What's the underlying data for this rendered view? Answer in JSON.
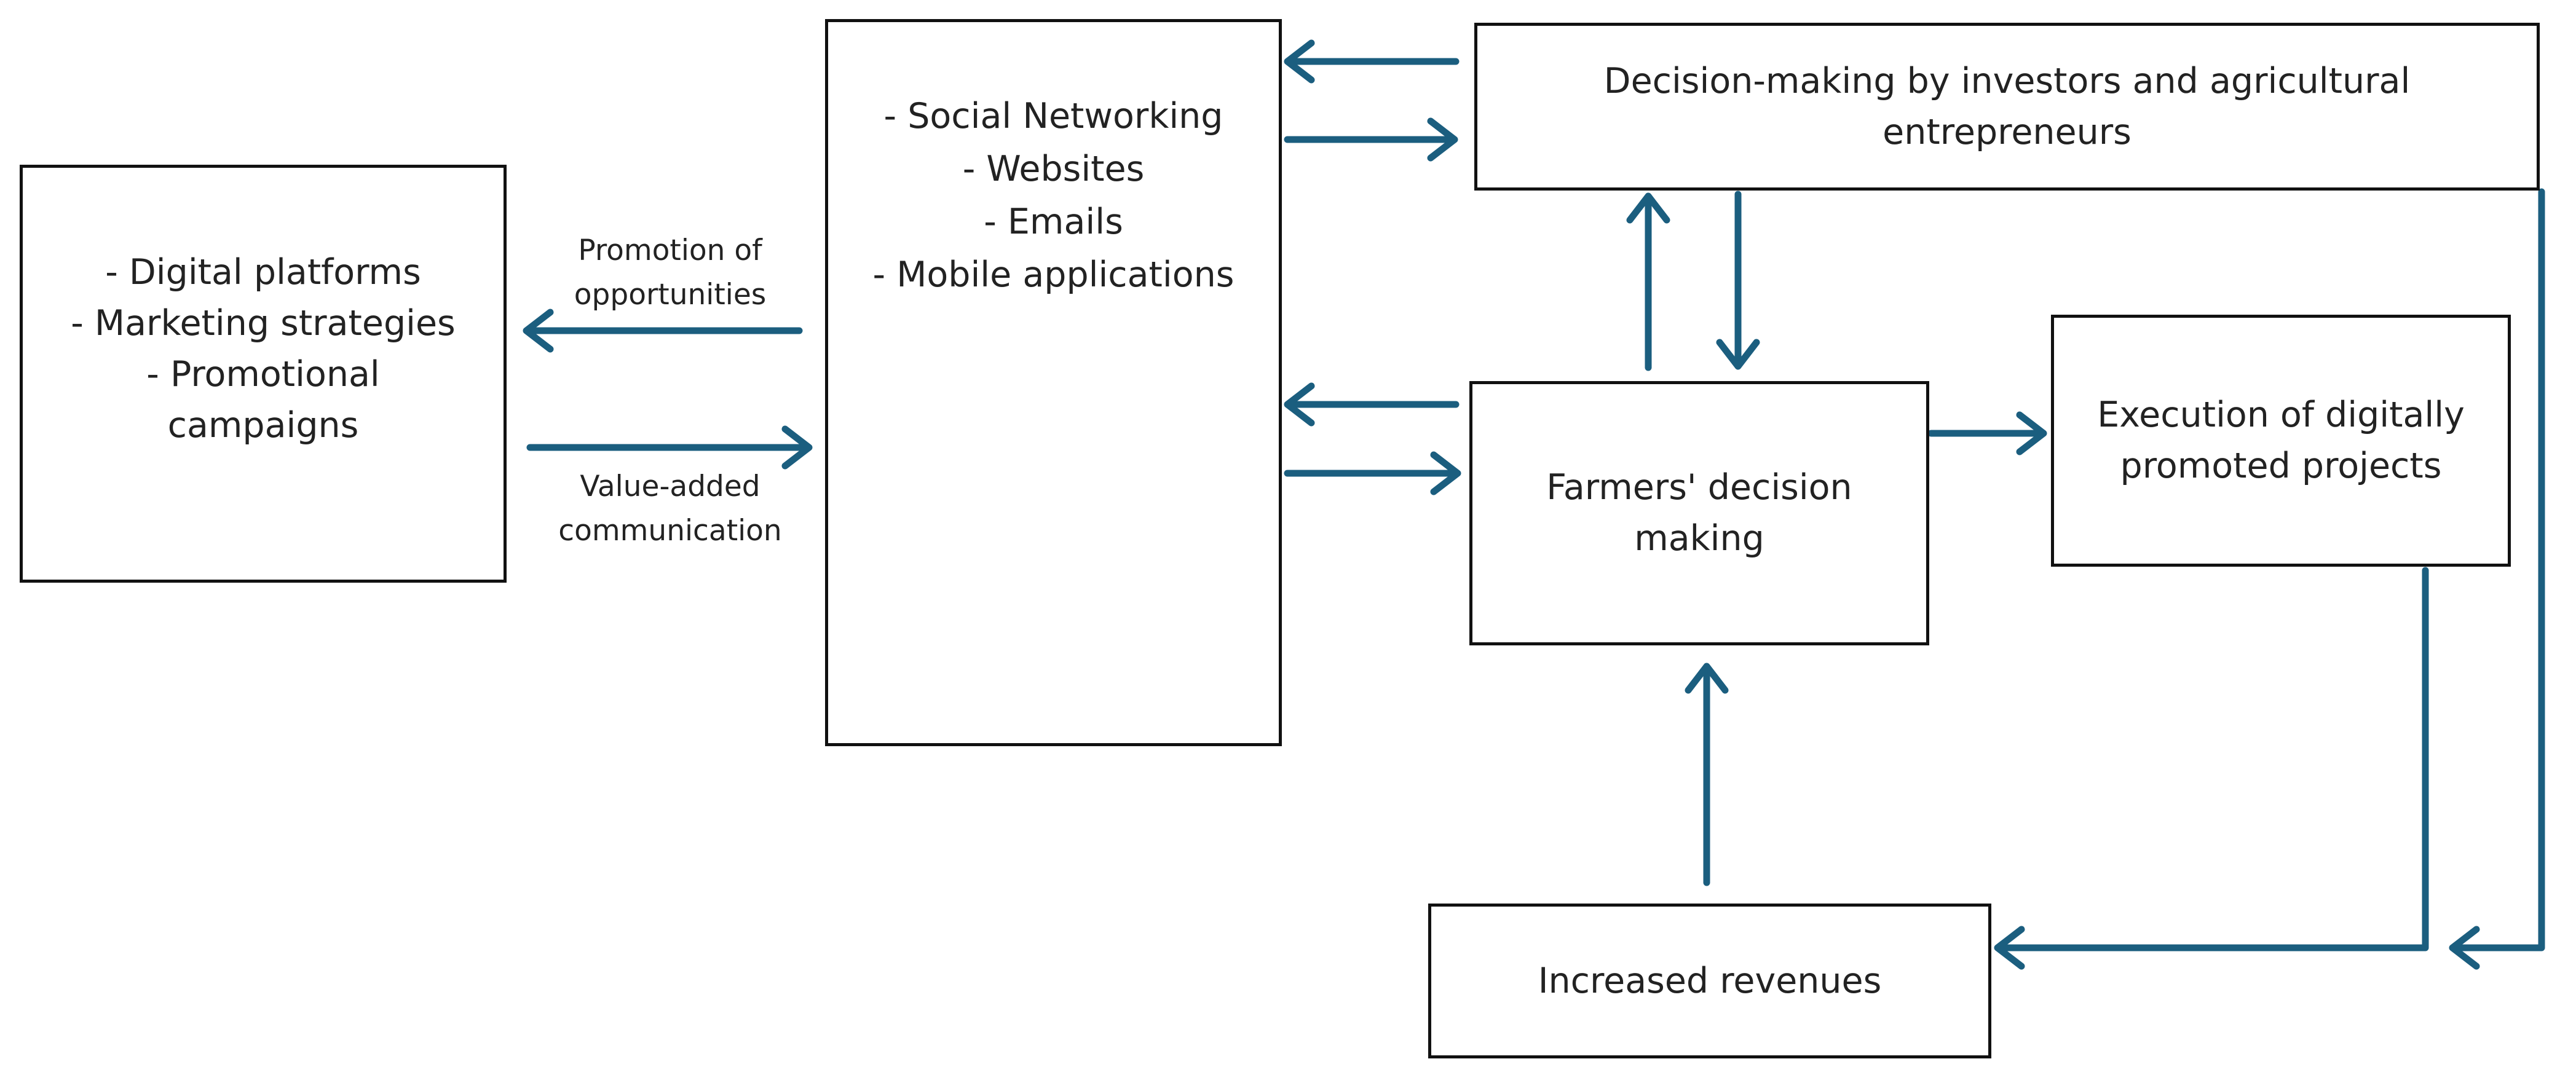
{
  "boxes": {
    "digital": {
      "lines": [
        "- Digital platforms",
        "- Marketing strategies",
        "- Promotional",
        "campaigns"
      ]
    },
    "channels": {
      "lines": [
        "- Social Networking",
        "- Websites",
        "- Emails",
        "- Mobile applications"
      ]
    },
    "investors": {
      "lines": [
        "Decision-making by investors and agricultural",
        "entrepreneurs"
      ]
    },
    "farmers": {
      "lines": [
        "Farmers' decision",
        "making"
      ]
    },
    "execution": {
      "lines": [
        "Execution of digitally",
        "promoted projects"
      ]
    },
    "revenues": {
      "lines": [
        "Increased revenues"
      ]
    }
  },
  "edge_labels": {
    "promotion": [
      "Promotion of",
      "opportunities"
    ],
    "value_added": [
      "Value-added",
      "communication"
    ]
  },
  "colors": {
    "arrow": "#1b5e7f",
    "box_border": "#111111",
    "text": "#222222"
  }
}
